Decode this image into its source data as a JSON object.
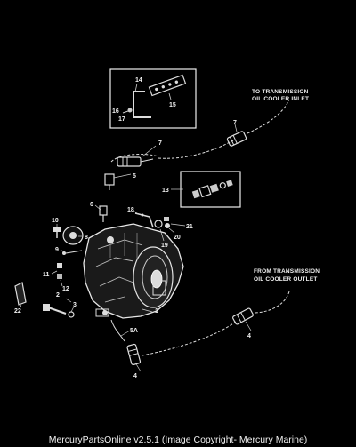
{
  "diagram": {
    "labels": {
      "to_transmission": [
        "TO TRANSMISSION",
        "OIL COOLER INLET"
      ],
      "from_transmission": [
        "FROM TRANSMISSION",
        "OIL COOLER OUTLET"
      ]
    },
    "callouts": [
      "1",
      "2",
      "3",
      "4",
      "4",
      "5",
      "5A",
      "6",
      "7",
      "7",
      "8",
      "9",
      "10",
      "11",
      "12",
      "13",
      "14",
      "15",
      "16",
      "17",
      "18",
      "19",
      "20",
      "21",
      "22"
    ]
  },
  "footer": {
    "text": "MercuryPartsOnline v2.5.1 (Image Copyright- Mercury Marine)"
  }
}
